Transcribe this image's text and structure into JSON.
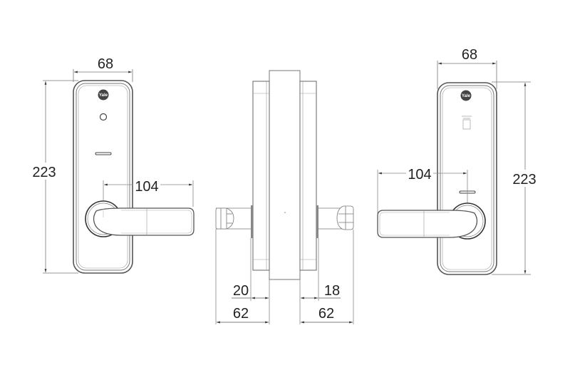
{
  "drawing": {
    "subject": "Yale smart lever lock dimension drawing",
    "units": "mm",
    "brand_logo": "Yale",
    "colors": {
      "line": "#444444",
      "light_line": "#9a9a9a",
      "logo_fill": "#444444",
      "text": "#222222"
    }
  },
  "views": {
    "front": {
      "label": "front-view",
      "width_dim": "68",
      "height_dim": "223",
      "lever_length_dim": "104",
      "features": [
        "yale-logo",
        "key-cylinder",
        "indicator-slot",
        "lever-handle",
        "rosette"
      ]
    },
    "side": {
      "label": "side-view",
      "left_projection_outer_dim": "62",
      "left_projection_inner_dim": "20",
      "right_projection_outer_dim": "62",
      "right_projection_inner_dim": "18",
      "features": [
        "door-slab",
        "outer-escutcheon",
        "inner-escutcheon",
        "lever-end-left",
        "lever-end-right"
      ]
    },
    "back": {
      "label": "back-view",
      "width_dim": "68",
      "height_dim": "223",
      "lever_length_dim": "104",
      "features": [
        "yale-logo",
        "card-reader-icon",
        "indicator-slot",
        "lever-handle",
        "rosette"
      ]
    }
  }
}
